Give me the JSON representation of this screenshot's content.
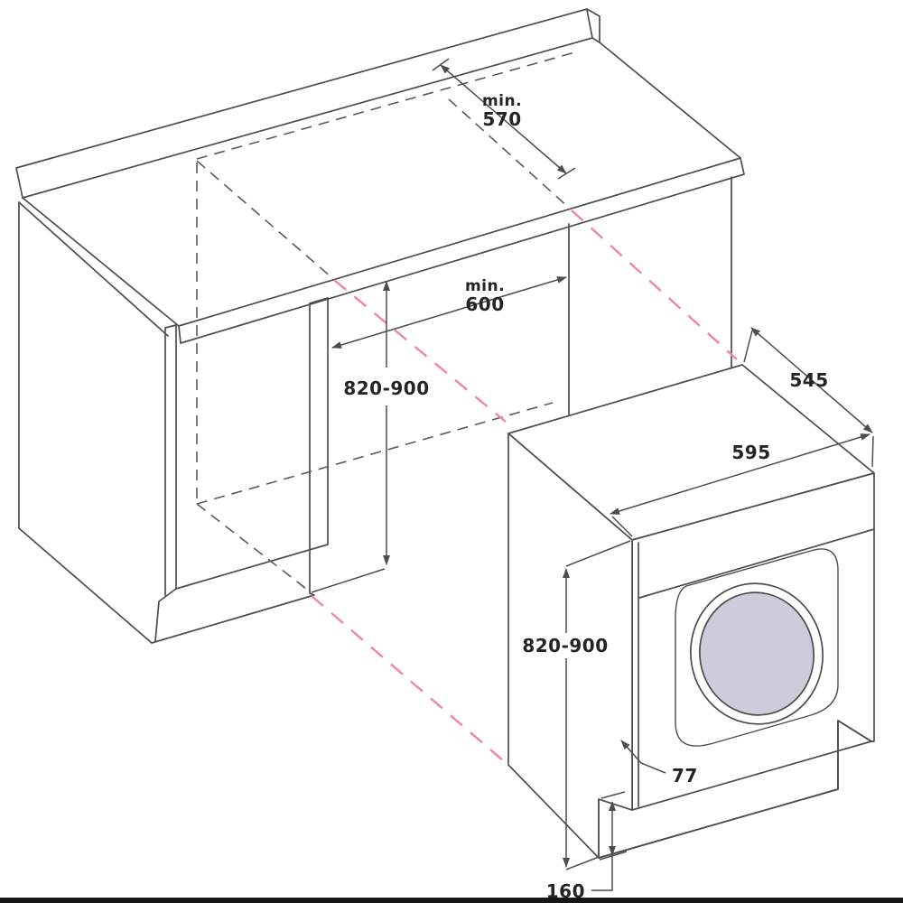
{
  "diagram": {
    "name": "built-under washing machine installation diagram",
    "description": "Isometric line drawing of a kitchen counter with an open niche and a built-under washing machine with installation dimensions in millimetres"
  },
  "dimensions": {
    "niche_depth": {
      "prefix": "min.",
      "value": "570"
    },
    "niche_width": {
      "prefix": "min.",
      "value": "600"
    },
    "niche_height": {
      "value": "820-900"
    },
    "washer_depth": {
      "value": "545"
    },
    "washer_width": {
      "value": "595"
    },
    "washer_height": {
      "value": "820-900"
    },
    "front_offset": {
      "value": "77"
    },
    "plinth_height": {
      "value": "160"
    }
  },
  "colors": {
    "line": "#4d4d4d",
    "hidden": "#5a5a5a",
    "pink": "#f4849b",
    "glass": "#cdccdb",
    "text": "#242424",
    "bg": "#ffffff",
    "bar": "#161616"
  }
}
